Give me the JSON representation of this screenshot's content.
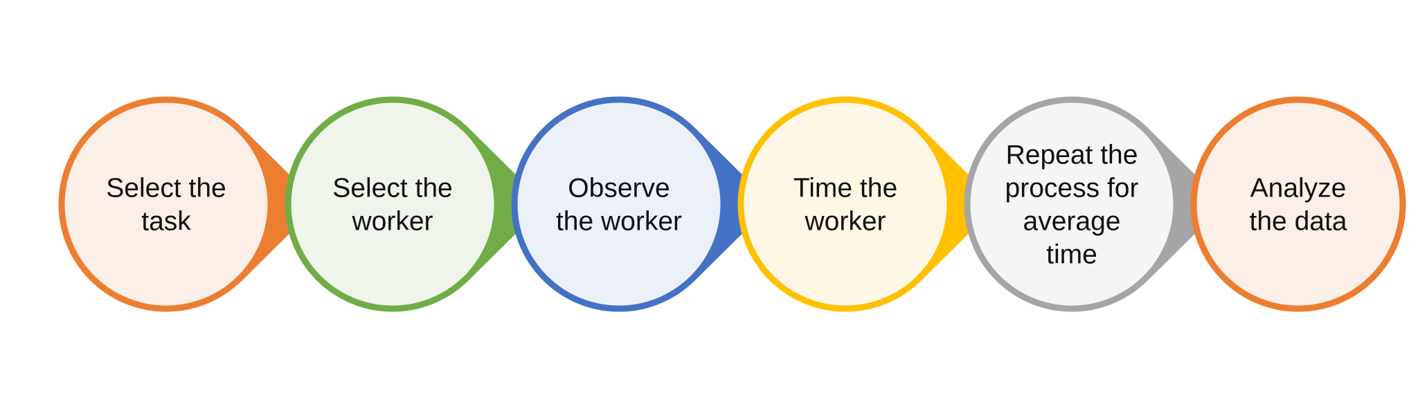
{
  "steps": [
    {
      "lines": [
        "Select the",
        "task"
      ],
      "stroke": "#ED7D31",
      "fill": "#FCEFE7"
    },
    {
      "lines": [
        "Select the",
        "worker"
      ],
      "stroke": "#70AD47",
      "fill": "#EFF5EA"
    },
    {
      "lines": [
        "Observe",
        "the worker"
      ],
      "stroke": "#4472C4",
      "fill": "#ECF0F9"
    },
    {
      "lines": [
        "Time the",
        "worker"
      ],
      "stroke": "#FFC000",
      "fill": "#FFF7E5"
    },
    {
      "lines": [
        "Repeat the",
        "process for",
        "average",
        "time"
      ],
      "stroke": "#A5A5A5",
      "fill": "#F5F5F5"
    },
    {
      "lines": [
        "Analyze",
        "the data"
      ],
      "stroke": "#ED7D31",
      "fill": "#FCEFE7"
    }
  ]
}
